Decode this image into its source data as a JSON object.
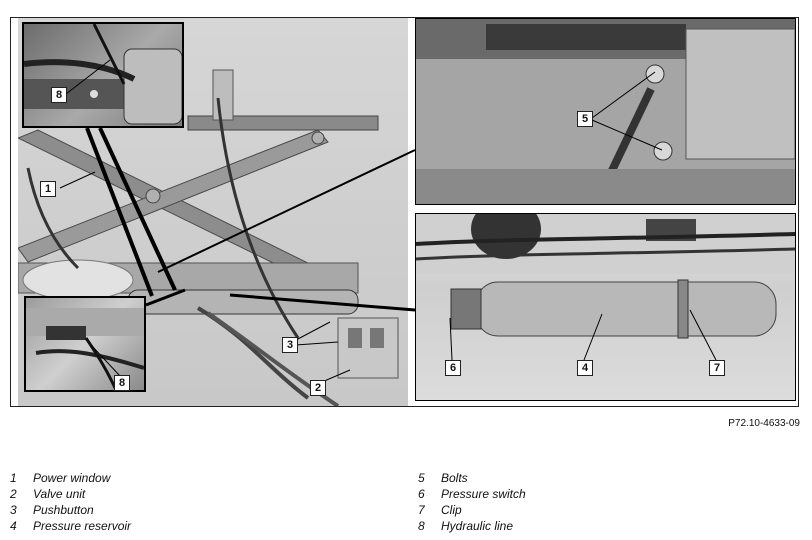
{
  "figure_ref": "P72.10-4633-09",
  "callouts": {
    "main_power_window": "1",
    "main_valve_unit": "2",
    "main_pushbutton": "3",
    "inset_top_hydraulic_line": "8",
    "inset_bottom_hydraulic_line": "8",
    "bolts": "5",
    "pressure_switch": "6",
    "pressure_reservoir": "4",
    "clip": "7"
  },
  "legend_left": [
    {
      "num": "1",
      "label": "Power window"
    },
    {
      "num": "2",
      "label": "Valve unit"
    },
    {
      "num": "3",
      "label": "Pushbutton"
    },
    {
      "num": "4",
      "label": "Pressure reservoir"
    }
  ],
  "legend_right": [
    {
      "num": "5",
      "label": "Bolts"
    },
    {
      "num": "6",
      "label": "Pressure switch"
    },
    {
      "num": "7",
      "label": "Clip"
    },
    {
      "num": "8",
      "label": "Hydraulic line"
    }
  ]
}
